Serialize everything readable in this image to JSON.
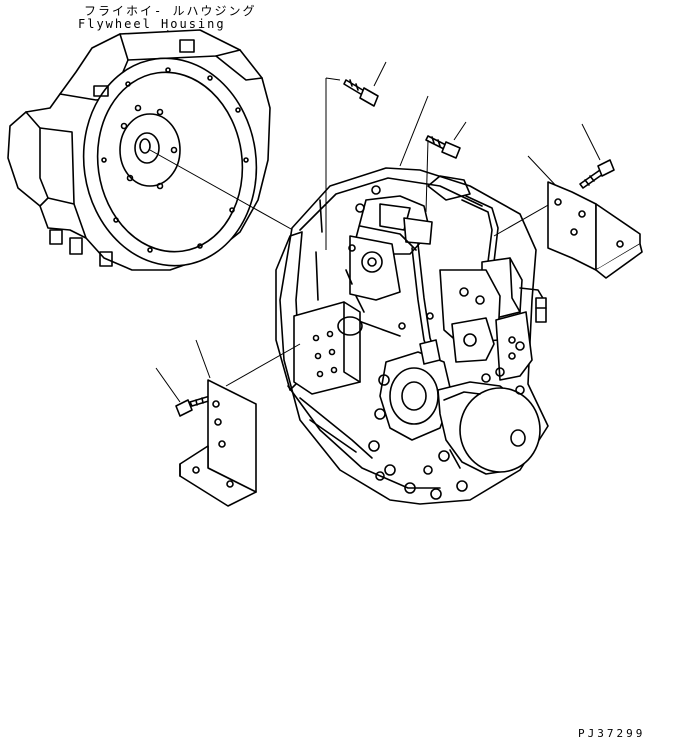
{
  "title": {
    "japanese": "フライホイ- ルハウジング",
    "english": "Flywheel Housing"
  },
  "drawing_code": "PJ37299",
  "parts": [
    {
      "name": "flywheel-housing"
    },
    {
      "name": "transmission-assembly"
    },
    {
      "name": "mounting-bolt-upper"
    },
    {
      "name": "mounting-bolt-center"
    },
    {
      "name": "mounting-bolt-right"
    },
    {
      "name": "mounting-bolt-left"
    },
    {
      "name": "right-mounting-bracket"
    },
    {
      "name": "left-mounting-bracket"
    }
  ]
}
